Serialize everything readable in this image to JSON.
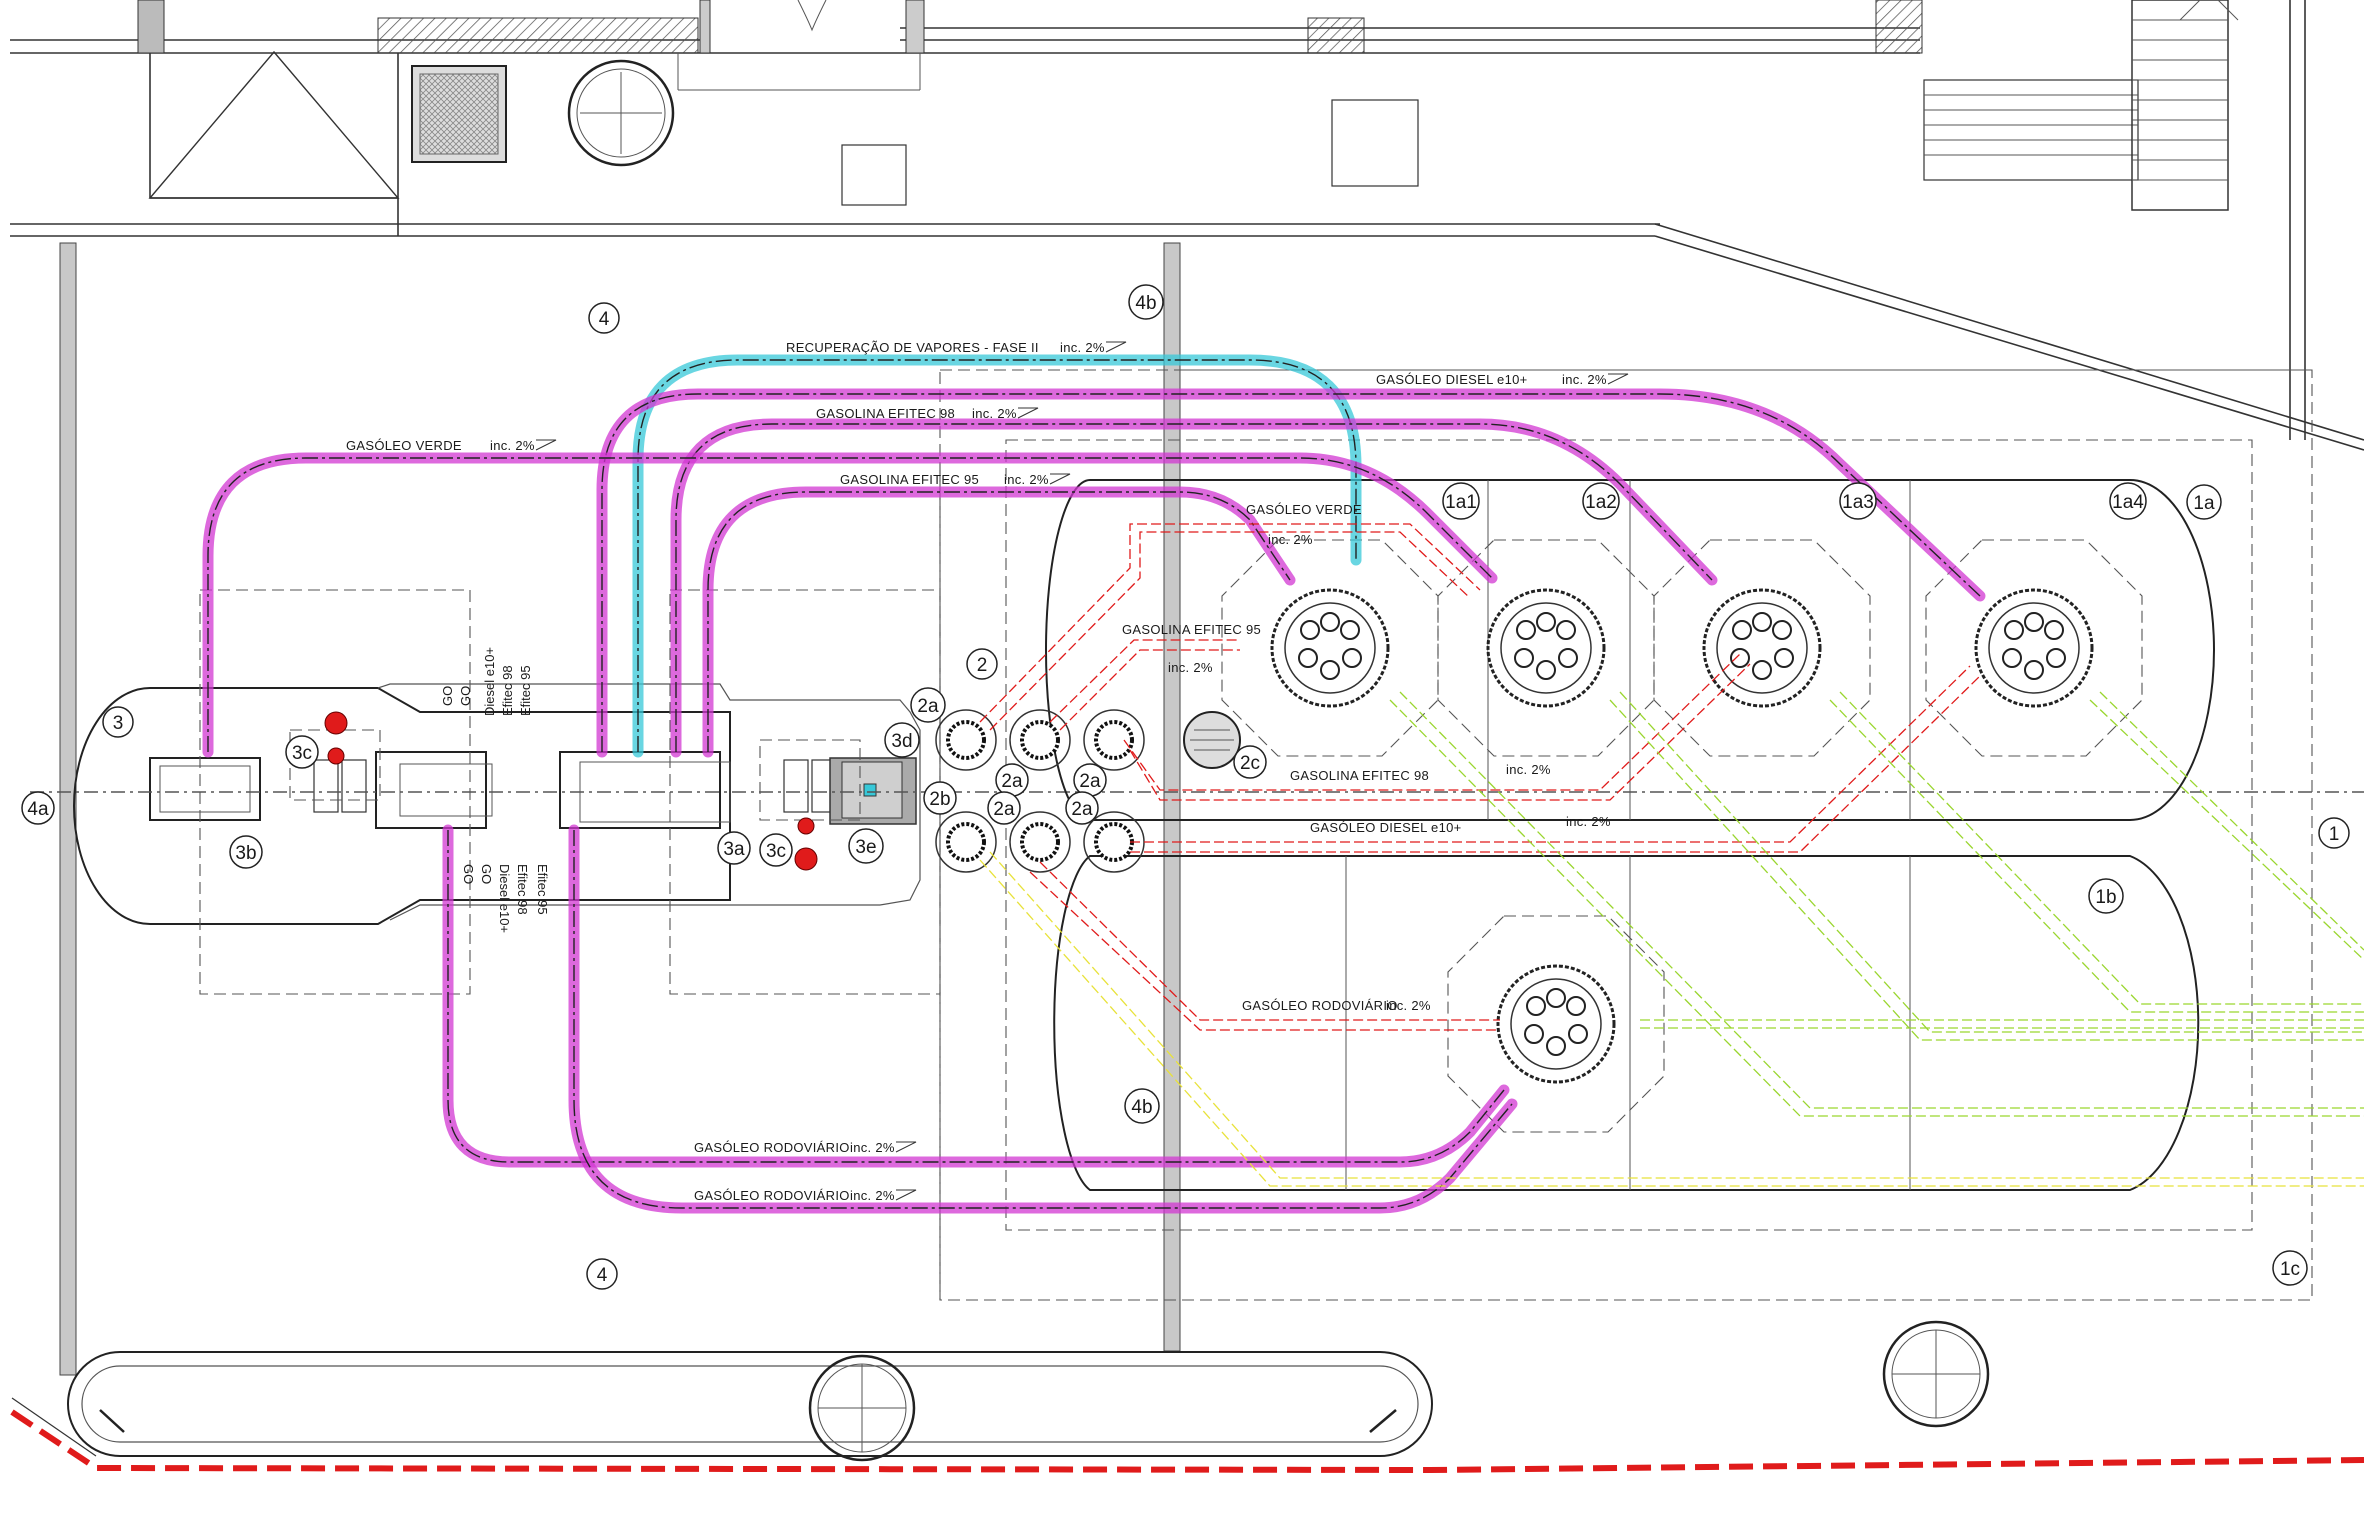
{
  "colors": {
    "gasoleo": "#d237d2",
    "vapour": "#37c8d8",
    "red_line": "#e01b1b",
    "green_line": "#9ad62f",
    "yellow_line": "#e8e23a"
  },
  "pipes": {
    "vapour": "RECUPERAÇÃO DE VAPORES - FASE II",
    "diesel_top": "GASÓLEO DIESEL e10+",
    "efitec98_top": "GASOLINA EFITEC 98",
    "verde_top": "GASÓLEO VERDE",
    "efitec95_top": "GASOLINA EFITEC 95",
    "verde_in": "GASÓLEO VERDE",
    "efitec95_in": "GASOLINA EFITEC 95",
    "efitec98_in": "GASOLINA EFITEC 98",
    "diesel_in": "GASÓLEO DIESEL e10+",
    "rodo_in": "GASÓLEO RODOVIÁRIO",
    "rodo_1": "GASÓLEO RODOVIÁRIO",
    "rodo_2": "GASÓLEO RODOVIÁRIO"
  },
  "slope": "inc. 2%",
  "fuel_list_upper": [
    "GO",
    "GO",
    "Diesel e10+",
    "Efitec 98",
    "Efitec 95"
  ],
  "fuel_list_lower": [
    "GO",
    "GO",
    "Diesel e10+",
    "Efitec 98",
    "Efitec 95"
  ],
  "zones": {
    "z1": "1",
    "z1a": "1a",
    "z1a1": "1a1",
    "z1a2": "1a2",
    "z1a3": "1a3",
    "z1a4": "1a4",
    "z1b": "1b",
    "z1c": "1c",
    "z2": "2",
    "z2a_1": "2a",
    "z2a_2": "2a",
    "z2a_3": "2a",
    "z2a_4": "2a",
    "z2a_5": "2a",
    "z2b": "2b",
    "z2c": "2c",
    "z3": "3",
    "z3a": "3a",
    "z3b": "3b",
    "z3c_1": "3c",
    "z3c_2": "3c",
    "z3d": "3d",
    "z3e": "3e",
    "z4_top": "4",
    "z4_bottom": "4",
    "z4a": "4a",
    "z4b_top": "4b",
    "z4b_bottom": "4b"
  }
}
